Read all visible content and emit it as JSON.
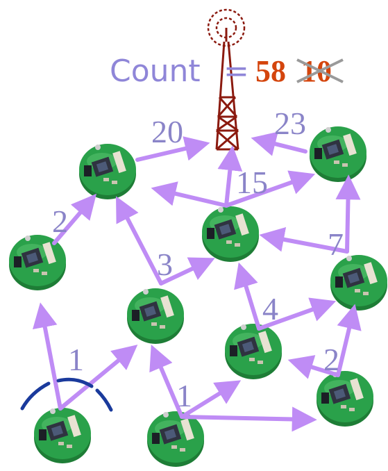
{
  "count": {
    "label": "Count",
    "equals": "=",
    "new_value": "58",
    "old_value": "10"
  },
  "edge_values": [
    "20",
    "23",
    "15",
    "2",
    "7",
    "3",
    "4",
    "1",
    "1",
    "2"
  ],
  "colors": {
    "arrow": "#bf8cf5",
    "tower": "#8b1a0f",
    "count_label": "#8f86d8",
    "count_value": "#d4450d",
    "arc": "#1a3a9c",
    "board": "#2aa14a"
  }
}
